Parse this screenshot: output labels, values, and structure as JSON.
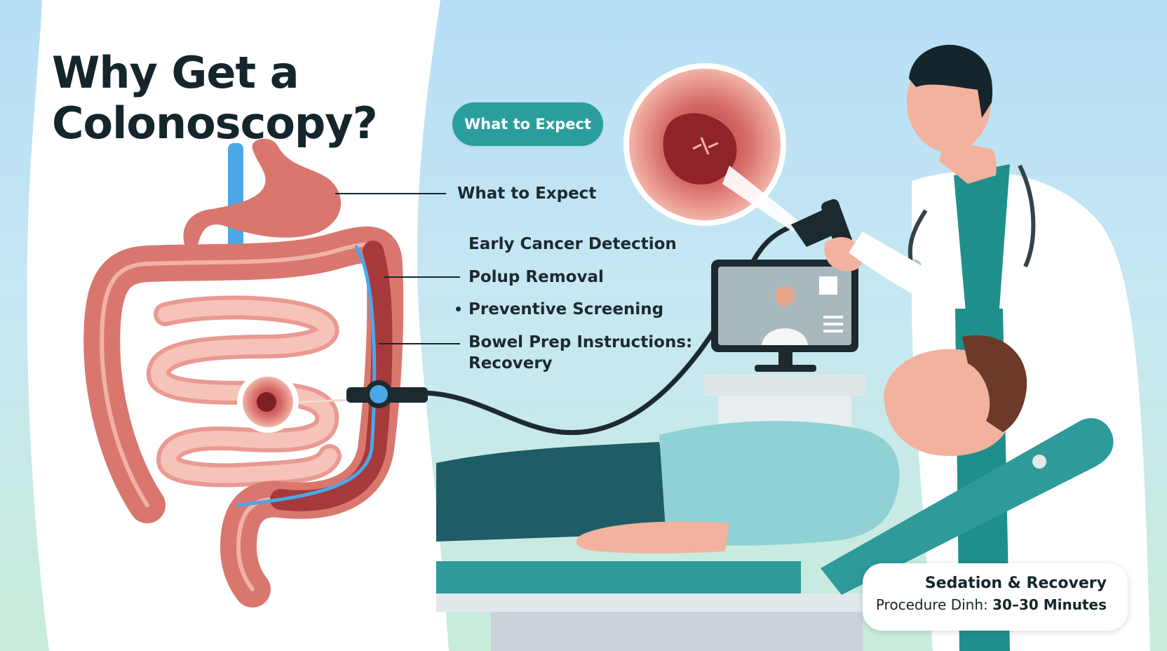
{
  "title": "Why Get a\nColonoscopy?",
  "pill_button": "What to Expect",
  "callouts": {
    "what_to_expect": "What to Expect",
    "early_detection": "Early Cancer Detection",
    "polyp_removal": "Polup Removal",
    "preventive": "Preventive Screening",
    "bowel_prep": "Bowel Prep Instructions:",
    "recovery": "Recovery"
  },
  "info_card": {
    "line1": "Sedation & Recovery",
    "line2_label": "Procedure Dinh:",
    "line2_value": "30–30 Minutes"
  },
  "icons": {
    "monitor_image": "image-icon",
    "monitor_menu": "menu-lines-icon"
  },
  "colors": {
    "teal_accent": "#2a9e9d",
    "colon": "#d9776f",
    "scope_blue": "#4aa8e8",
    "scrubs": "#1f8f8c",
    "bed": "#2e9a9a"
  }
}
